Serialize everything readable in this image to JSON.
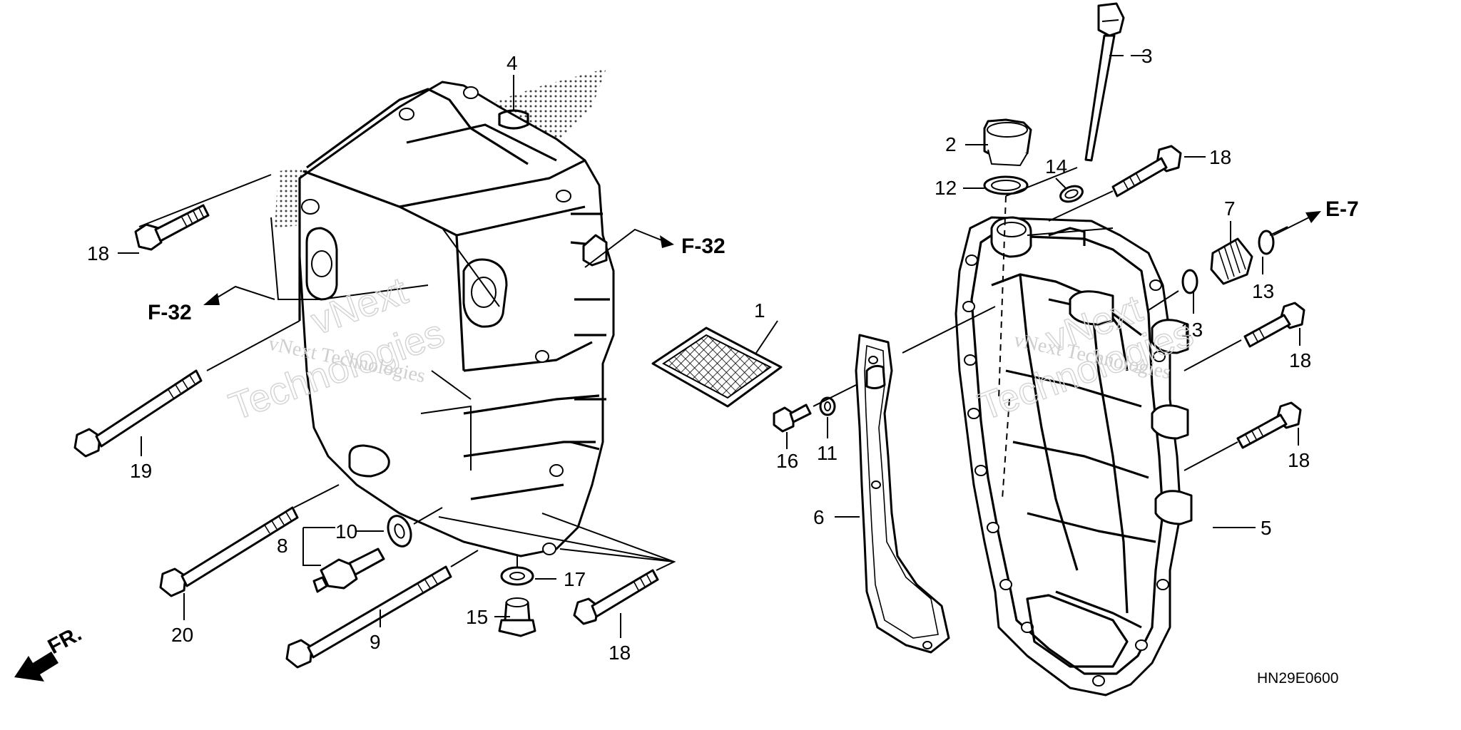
{
  "callouts": {
    "c1": "1",
    "c2": "2",
    "c3": "3",
    "c4": "4",
    "c5": "5",
    "c6": "6",
    "c7": "7",
    "c8": "8",
    "c9": "9",
    "c10": "10",
    "c11": "11",
    "c12": "12",
    "c13a": "13",
    "c13b": "13",
    "c14": "14",
    "c15": "15",
    "c16": "16",
    "c17": "17",
    "c18a": "18",
    "c18b": "18",
    "c18c": "18",
    "c18d": "18",
    "c18e": "18",
    "c19": "19",
    "c20": "20"
  },
  "references": {
    "f32_right": "F-32",
    "f32_left": "F-32",
    "e7": "E-7"
  },
  "direction_label": "FR.",
  "diagram_code": "HN29E0600",
  "watermark": {
    "line1": "vNext Technologies",
    "line2": "vNext",
    "line3": "Technologies"
  }
}
